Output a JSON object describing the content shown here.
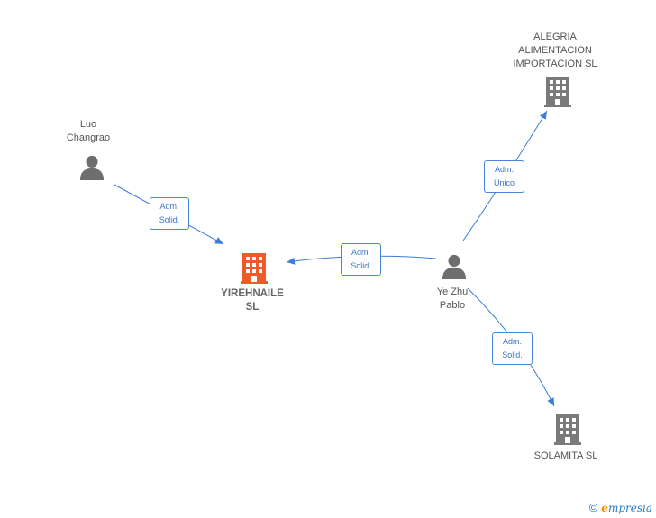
{
  "colors": {
    "edge": "#3b7dd8",
    "company": "#7a7a7a",
    "focus_company": "#f05a28",
    "person": "#6e6e6e"
  },
  "nodes": {
    "luo": {
      "type": "person",
      "icon": "person-icon",
      "lines": [
        "Luo",
        "Changrao"
      ]
    },
    "ye": {
      "type": "person",
      "icon": "person-icon",
      "lines": [
        "Ye Zhu",
        "Pablo"
      ]
    },
    "yirehnaile": {
      "type": "company",
      "icon": "building-icon",
      "lines": [
        "YIREHNAILE",
        "SL"
      ]
    },
    "alegria": {
      "type": "company",
      "icon": "building-icon",
      "lines": [
        "ALEGRIA",
        "ALIMENTACION",
        "IMPORTACION SL"
      ]
    },
    "solamita": {
      "type": "company",
      "icon": "building-icon",
      "lines": [
        "SOLAMITA SL"
      ]
    }
  },
  "edges": {
    "luo_yirehnaile": [
      "Adm.",
      "Solid."
    ],
    "ye_yirehnaile": [
      "Adm.",
      "Solid."
    ],
    "ye_alegria": [
      "Adm.",
      "Unico"
    ],
    "ye_solamita": [
      "Adm.",
      "Solid."
    ]
  },
  "footer": {
    "copyright": "©",
    "brand_initial": "e",
    "brand_rest": "mpresia"
  }
}
